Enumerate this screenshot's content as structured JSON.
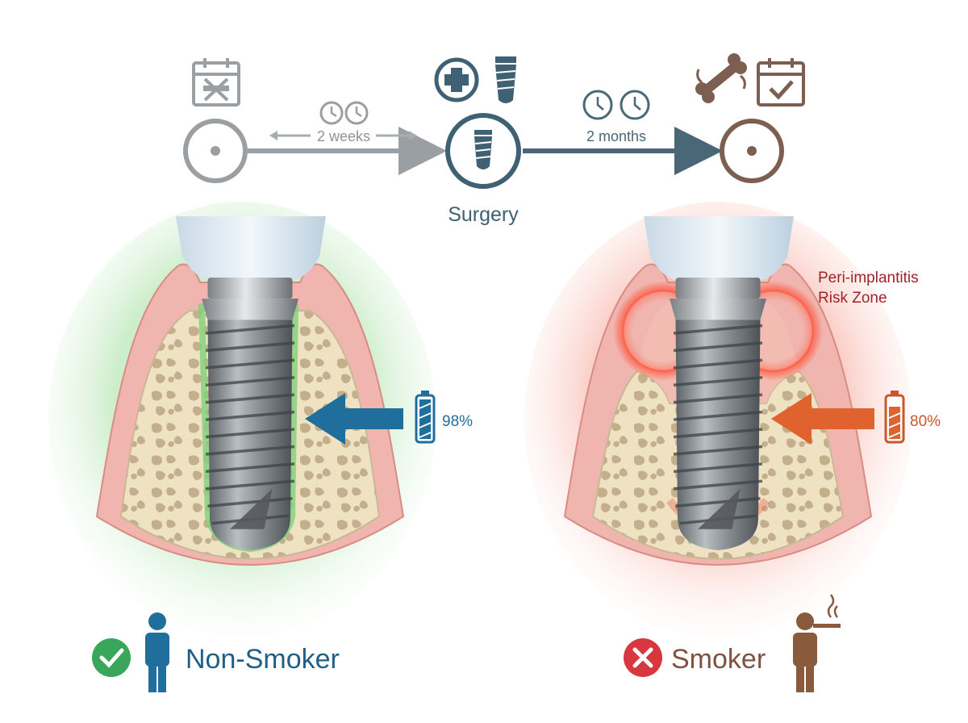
{
  "timeline": {
    "step1": {
      "icon": "no-smoking-calendar-icon",
      "color": "#9a9fa3"
    },
    "gap1": {
      "label": "2 weeks",
      "icon": "clock-icon"
    },
    "step2": {
      "label": "Surgery",
      "icons": [
        "medical-cross-icon",
        "implant-screw-icon"
      ],
      "color": "#3f6173"
    },
    "gap2": {
      "label": "2 months",
      "icon": "clock-icon"
    },
    "step3": {
      "icons": [
        "bone-healing-icon",
        "calendar-check-icon"
      ],
      "color": "#7d5f52"
    }
  },
  "panels": {
    "left": {
      "label": "Non-Smoker",
      "status": "check-icon",
      "status_color": "#3aa65c",
      "percent": "98%",
      "percent_value": 0.98,
      "accent": "#1f6e9c",
      "glow": "#7fd27a",
      "person_icon": "person-icon"
    },
    "right": {
      "label": "Smoker",
      "status": "cross-icon",
      "status_color": "#d7383f",
      "percent": "80%",
      "percent_value": 0.8,
      "accent": "#e0622e",
      "glow": "#f0523d",
      "person_icon": "smoking-person-icon",
      "risk_label_line1": "Peri-implantitis",
      "risk_label_line2": "Risk Zone"
    }
  }
}
